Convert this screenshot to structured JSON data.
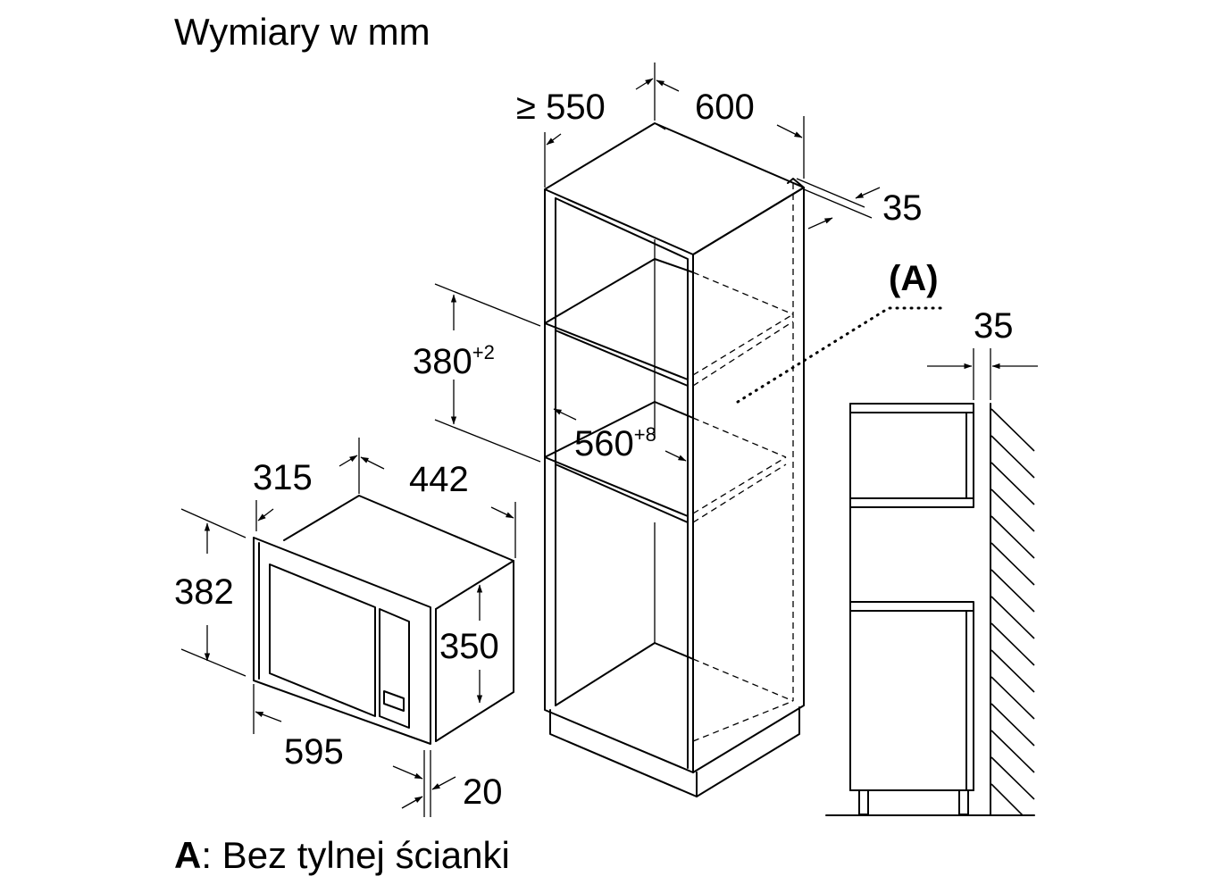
{
  "header": {
    "title": "Wymiary w mm"
  },
  "footnote": {
    "key": "A",
    "text": ": Bez tylnej ścianki"
  },
  "cabinet": {
    "depth_label": "≥ 550",
    "width_label": "600",
    "back_gap_label": "35",
    "niche_height_base": "380",
    "niche_height_tol": "+2",
    "niche_width_base": "560",
    "niche_width_tol": "+8"
  },
  "microwave": {
    "depth_label": "315",
    "width_label": "442",
    "height_label": "382",
    "body_height_label": "350",
    "frame_width_label": "595",
    "frame_depth_label": "20"
  },
  "detail": {
    "marker": "(A)",
    "gap_label": "35"
  }
}
